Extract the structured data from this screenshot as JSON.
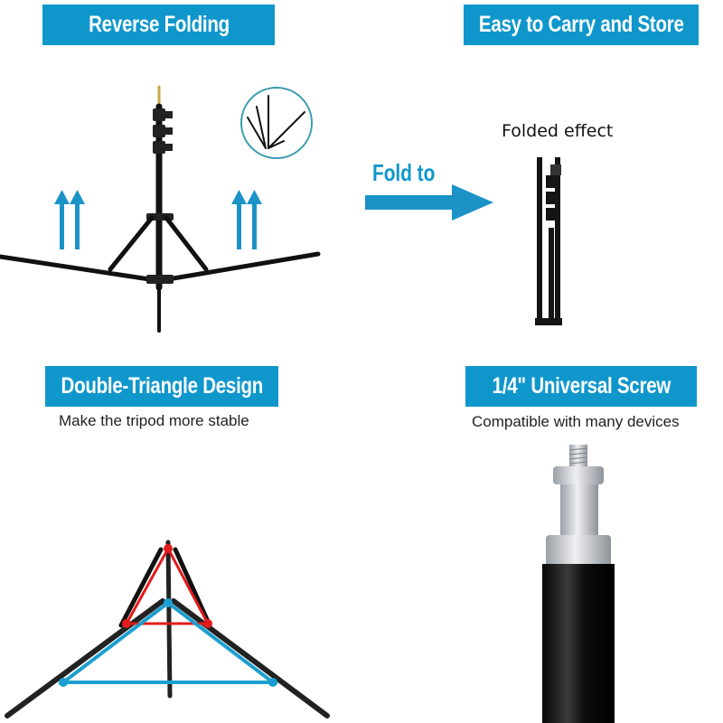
{
  "colors": {
    "accent": "#0f97cc",
    "triangle_red": "#e21b1b",
    "triangle_blue": "#1a9fd0",
    "metal_black": "#111111",
    "screw_silver": "#c9cdd2"
  },
  "panels": {
    "top_left": {
      "title": "Reverse Folding",
      "icons": [
        "up-arrows-left",
        "tripod-unfolded",
        "inset-folded-legs-circle",
        "up-arrows-right"
      ]
    },
    "top_right": {
      "title": "Easy to Carry and Store",
      "arrow_label": "Fold to",
      "caption": "Folded effect"
    },
    "bottom_left": {
      "title": "Double-Triangle Design",
      "subtitle": "Make the tripod more stable"
    },
    "bottom_right": {
      "title": "1/4\"  Universal Screw",
      "subtitle": "Compatible with many devices"
    }
  }
}
